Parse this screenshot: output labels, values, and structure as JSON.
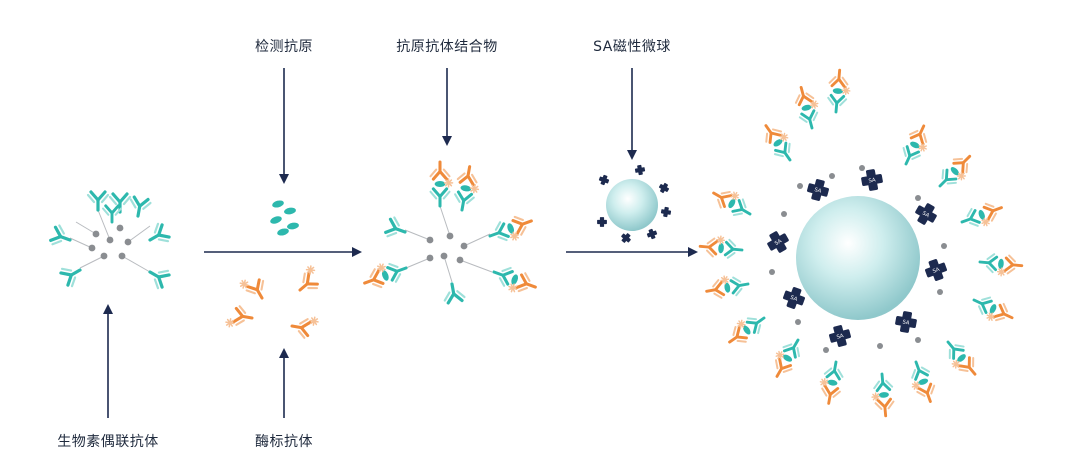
{
  "labels": {
    "biotin_antibody": "生物素偶联抗体",
    "test_antigen": "检测抗原",
    "enzyme_antibody": "酶标抗体",
    "complex": "抗原抗体结合物",
    "sa_beads": "SA磁性微球"
  },
  "sa_tag": "SA",
  "colors": {
    "teal": "#2db8ad",
    "teal_light": "#9fe0da",
    "orange": "#ef8a3a",
    "orange_light": "#f6c197",
    "navy": "#1d2a4f",
    "gray_node": "#8a8d91",
    "arrow": "#1d2a4f",
    "bead_center": "#eaf7f7",
    "bead_edge": "#8fc8cb"
  },
  "icons": {
    "antibody": "y-shaped-antibody-icon",
    "antigen": "ellipse-antigen-icon",
    "enzyme": "starburst-enzyme-icon",
    "streptavidin": "cross-shaped-sa-icon",
    "bead": "sphere-bead-icon"
  }
}
